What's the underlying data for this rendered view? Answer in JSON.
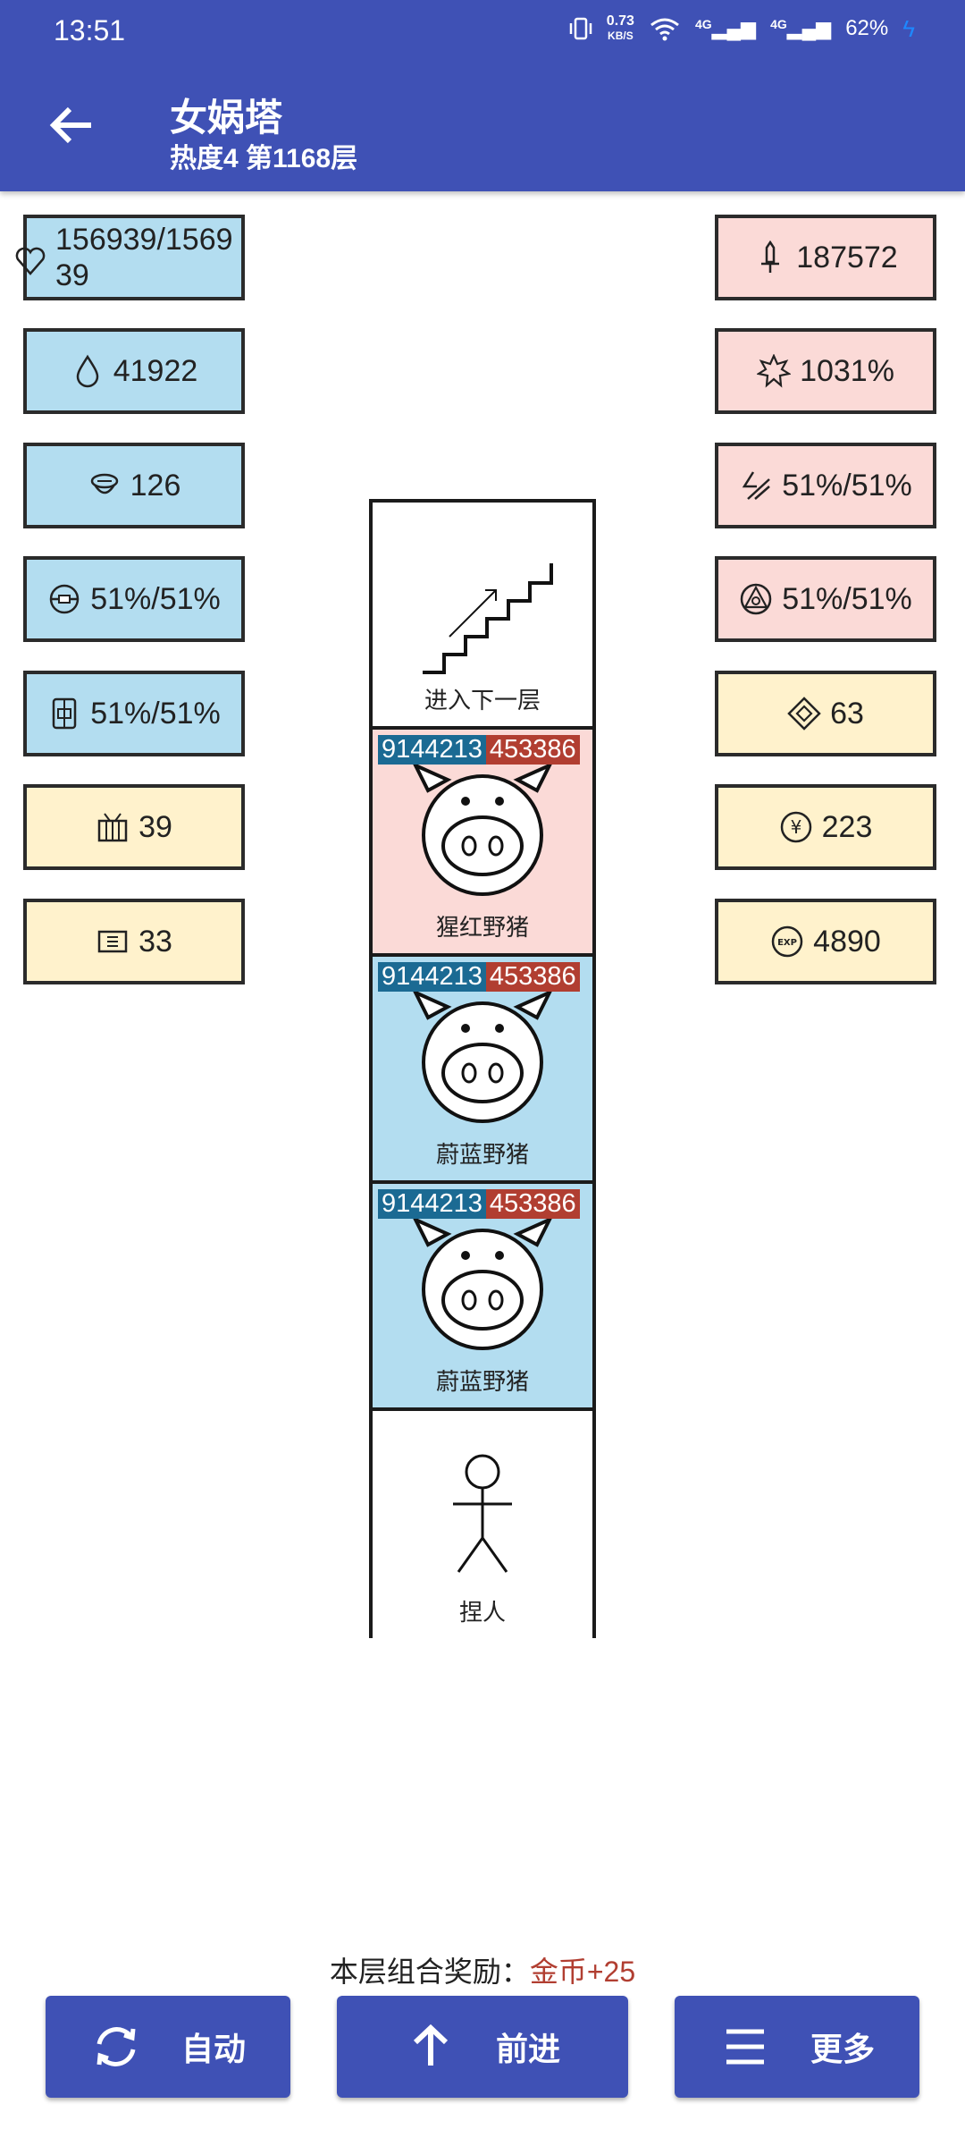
{
  "status": {
    "time": "13:51",
    "net_speed": "0.73",
    "net_unit": "KB/S",
    "sig1": "4G",
    "sig2": "4G",
    "battery": "62%"
  },
  "header": {
    "title": "女娲塔",
    "subtitle": "热度4 第1168层"
  },
  "left_stats": [
    {
      "icon": "heart-icon",
      "value": "156939/156939"
    },
    {
      "icon": "water-drop-icon",
      "value": "41922"
    },
    {
      "icon": "helmet-icon",
      "value": "126"
    },
    {
      "icon": "orb-icon",
      "value": "51%/51%"
    },
    {
      "icon": "shield-frame-icon",
      "value": "51%/51%"
    },
    {
      "icon": "gate-icon",
      "value": "39"
    },
    {
      "icon": "card-icon",
      "value": "33"
    }
  ],
  "right_stats": [
    {
      "icon": "sword-icon",
      "value": "187572"
    },
    {
      "icon": "burst-icon",
      "value": "1031%"
    },
    {
      "icon": "slash-icon",
      "value": "51%/51%"
    },
    {
      "icon": "triangle-circle-icon",
      "value": "51%/51%"
    },
    {
      "icon": "diamond-icon",
      "value": "63"
    },
    {
      "icon": "yen-coin-icon",
      "value": "223"
    },
    {
      "icon": "exp-icon",
      "value": "4890"
    }
  ],
  "tower": {
    "stairs_label": "进入下一层",
    "monsters": [
      {
        "name": "猩红野猪",
        "atk": "9144213",
        "hp": "453386",
        "color": "#fbdad7"
      },
      {
        "name": "蔚蓝野猪",
        "atk": "9144213",
        "hp": "453386",
        "color": "#b3ddf0"
      },
      {
        "name": "蔚蓝野猪",
        "atk": "9144213",
        "hp": "453386",
        "color": "#b3ddf0"
      }
    ],
    "player_label": "捏人"
  },
  "reward": {
    "prefix": "本层组合奖励：",
    "value": "金币+25"
  },
  "buttons": {
    "auto": "自动",
    "forward": "前进",
    "more": "更多"
  },
  "colors": {
    "primary": "#3f51b5",
    "blue_cell": "#b3ddf0",
    "pink_cell": "#fbdad7",
    "yellow_cell": "#fff2cc",
    "atk_badge": "#1b6a93",
    "hp_badge": "#b13e31"
  }
}
